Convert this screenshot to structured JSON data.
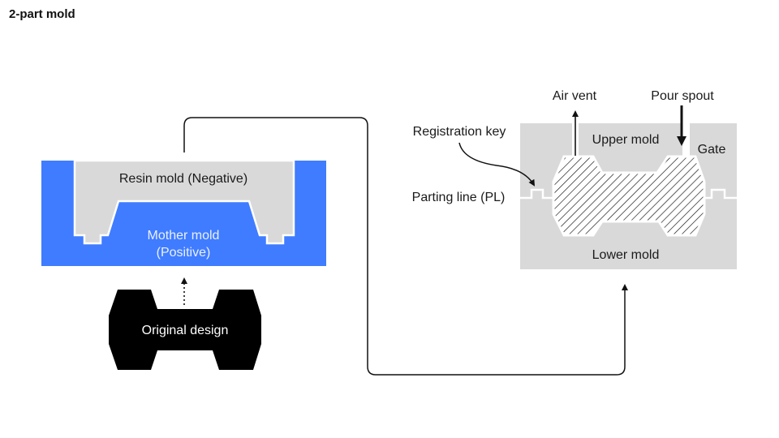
{
  "title": "2-part mold",
  "left": {
    "resin_mold": "Resin mold (Negative)",
    "mother_mold_line1": "Mother mold",
    "mother_mold_line2": "(Positive)",
    "original_design": "Original design"
  },
  "right": {
    "air_vent": "Air vent",
    "pour_spout": "Pour spout",
    "registration_key": "Registration key",
    "upper_mold": "Upper mold",
    "gate": "Gate",
    "parting_line": "Parting line (PL)",
    "lower_mold": "Lower mold"
  },
  "colors": {
    "mother_mold": "#3f7cff",
    "mold_gray": "#d9d9d9",
    "design_black": "#000000"
  }
}
